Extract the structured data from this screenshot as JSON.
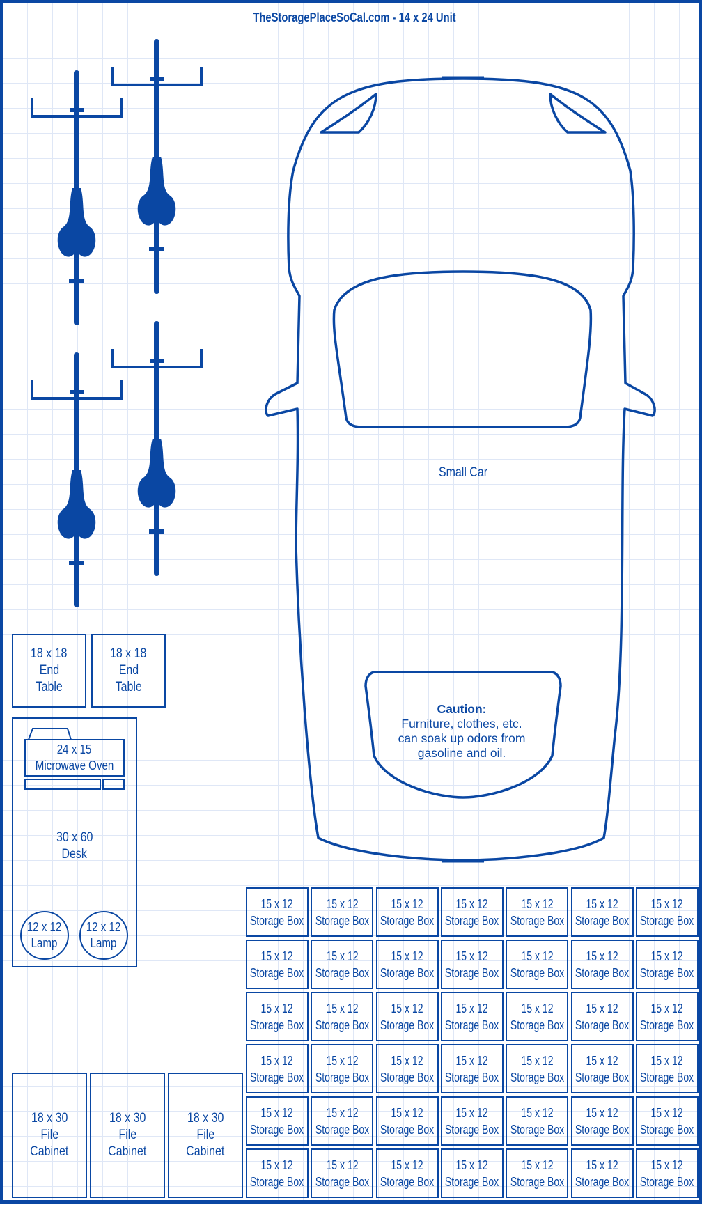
{
  "title": "TheStoragePlaceSoCal.com - 14 x 24 Unit",
  "colors": {
    "ink": "#0a47a3",
    "grid": "#dfe7f6",
    "paper": "#ffffff"
  },
  "car": {
    "label": "Small Car",
    "caution_heading": "Caution:",
    "caution_lines": [
      "Furniture, clothes, etc.",
      "can soak up odors from",
      "gasoline and oil."
    ]
  },
  "bicycles": {
    "count": 4
  },
  "end_tables": [
    {
      "lines": [
        "18 x 18",
        "End",
        "Table"
      ]
    },
    {
      "lines": [
        "18 x 18",
        "End",
        "Table"
      ]
    }
  ],
  "microwave": {
    "lines": [
      "24 x 15",
      "Microwave Oven"
    ]
  },
  "desk": {
    "lines": [
      "30 x 60",
      "Desk"
    ]
  },
  "lamps": [
    {
      "lines": [
        "12 x 12",
        "Lamp"
      ]
    },
    {
      "lines": [
        "12 x 12",
        "Lamp"
      ]
    }
  ],
  "file_cabinets": [
    {
      "lines": [
        "18 x 30",
        "File",
        "Cabinet"
      ]
    },
    {
      "lines": [
        "18 x 30",
        "File",
        "Cabinet"
      ]
    },
    {
      "lines": [
        "18 x 30",
        "File",
        "Cabinet"
      ]
    }
  ],
  "storage_boxes": {
    "rows": 6,
    "columns": 7,
    "lines": [
      "15 x 12",
      "Storage Box"
    ]
  }
}
